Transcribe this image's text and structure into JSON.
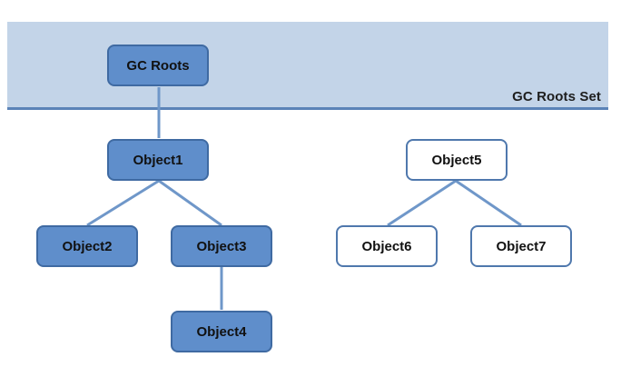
{
  "region": {
    "label": "GC Roots Set"
  },
  "nodes": {
    "gc_roots": "GC Roots",
    "object1": "Object1",
    "object2": "Object2",
    "object3": "Object3",
    "object4": "Object4",
    "object5": "Object5",
    "object6": "Object6",
    "object7": "Object7"
  },
  "edges": [
    {
      "from": "GC Roots",
      "to": "Object1"
    },
    {
      "from": "Object1",
      "to": "Object2"
    },
    {
      "from": "Object1",
      "to": "Object3"
    },
    {
      "from": "Object3",
      "to": "Object4"
    },
    {
      "from": "Object5",
      "to": "Object6"
    },
    {
      "from": "Object5",
      "to": "Object7"
    }
  ],
  "colors": {
    "band_fill": "#c3d4e8",
    "band_line": "#5b83b7",
    "reachable_fill": "#5f8ecb",
    "reachable_border": "#3f6aa2",
    "unreachable_fill": "#ffffff",
    "unreachable_border": "#4f78ad",
    "connector": "#6f97c9"
  }
}
